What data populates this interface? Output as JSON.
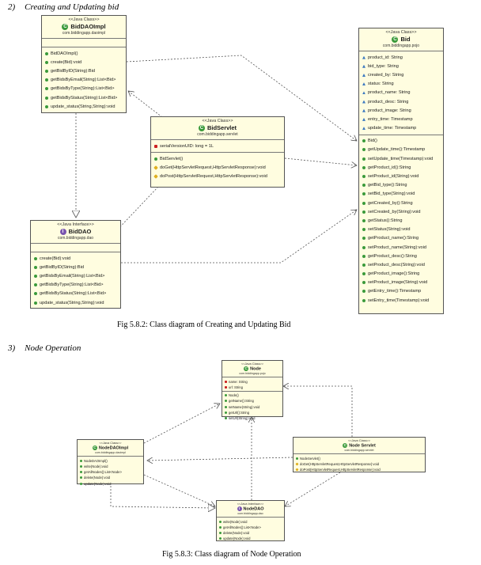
{
  "sections": [
    {
      "number": "2)",
      "title": "Creating and Updating bid"
    },
    {
      "number": "3)",
      "title": "Node Operation"
    }
  ],
  "captions": {
    "fig1": "Fig 5.8.2: Class diagram of Creating and Updating Bid",
    "fig2": "Fig 5.8.3: Class diagram of Node Operation"
  },
  "colors": {
    "box_fill": "#fffde0",
    "public": "#3a9a3a",
    "package": "#3a78c0",
    "private": "#cc2222",
    "protected": "#e0b020",
    "interface": "#7a55b0"
  },
  "diagram1": {
    "bid_dao_impl": {
      "stereotype": "<<Java Class>>",
      "name": "BidDAOImpl",
      "package": "com.biddingapp.daoimpl",
      "fields": [],
      "methods": [
        "BidDAOImpl()",
        "create(Bid):void",
        "getBidByID(String):Bid",
        "getBidsByEmail(String):List<Bid>",
        "getBidsByType(String):List<Bid>",
        "getBidsByStatus(String):List<Bid>",
        "update_status(String,String):void"
      ],
      "method_icons": [
        "public-icon",
        "public-icon",
        "public-icon",
        "public-icon",
        "public-icon",
        "public-icon",
        "public-icon"
      ]
    },
    "bid": {
      "stereotype": "<<Java Class>>",
      "name": "Bid",
      "package": "com.biddingapp.pojo",
      "fields": [
        "product_id: String",
        "bid_type: String",
        "created_by: String",
        "status: String",
        "product_name: String",
        "product_desc: String",
        "product_image: String",
        "entry_time: Timestamp",
        "update_time: Timestamp"
      ],
      "methods": [
        "Bid()",
        "getUpdate_time():Timestamp",
        "setUpdate_time(Timestamp):void",
        "getProduct_id():String",
        "setProduct_id(String):void",
        "getBid_type():String",
        "setBid_type(String):void",
        "getCreated_by():String",
        "setCreated_by(String):void",
        "getStatus():String",
        "setStatus(String):void",
        "getProduct_name():String",
        "setProduct_name(String):void",
        "getProduct_desc():String",
        "setProduct_desc(String):void",
        "getProduct_image():String",
        "setProduct_image(String):void",
        "getEntry_time():Timestamp",
        "setEntry_time(Timestamp):void"
      ]
    },
    "bid_servlet": {
      "stereotype": "<<Java Class>>",
      "name": "BidServlet",
      "package": "com.biddingapp.servlet",
      "fields": [
        "serialVersionUID: long = 1L"
      ],
      "methods": [
        "BidServlet()",
        "doGet(HttpServletRequest,HttpServletResponse):void",
        "doPost(HttpServletRequest,HttpServletResponse):void"
      ]
    },
    "bid_dao": {
      "stereotype": "<<Java Interface>>",
      "name": "BidDAO",
      "package": "com.biddingapp.dao",
      "fields": [],
      "methods": [
        "create(Bid):void",
        "getBidByID(String):Bid",
        "getBidsByEmail(String):List<Bid>",
        "getBidsByType(String):List<Bid>",
        "getBidsByStatus(String):List<Bid>",
        "update_status(String,String):void"
      ]
    }
  },
  "diagram2": {
    "node": {
      "stereotype": "<<Java Class>>",
      "name": "Node",
      "package": "com.biddingapp.pojo",
      "fields": [
        "name: String",
        "url: String"
      ],
      "methods": [
        "Node()",
        "getName():String",
        "setName(String):void",
        "getUrl():String",
        "setUrl(String):void"
      ]
    },
    "node_dao_impl": {
      "stereotype": "<<Java Class>>",
      "name": "NodeDAOImpl",
      "package": "com.biddingapp.daoimpl",
      "fields": [],
      "methods": [
        "NodeDAOImpl()",
        "write(Node):void",
        "getAllNodes():List<Node>",
        "delete(Node):void",
        "update(Node):void"
      ]
    },
    "node_servlet": {
      "stereotype": "<<Java Class>>",
      "name": "Node Servlet",
      "package": "com.biddingapp.servlet",
      "fields": [],
      "methods": [
        "NodeServlet()",
        "doGet(HttpServletRequest,HttpServletResponse):void",
        "doPost(HttpServletRequest,HttpServletResponse):void"
      ]
    },
    "node_dao": {
      "stereotype": "<<Java Interface>>",
      "name": "NodeDAO",
      "package": "com.biddingapp.dao",
      "fields": [],
      "methods": [
        "write(Node):void",
        "getAllNodes():List<Node>",
        "delete(Node):void",
        "update(Node):void"
      ]
    }
  }
}
